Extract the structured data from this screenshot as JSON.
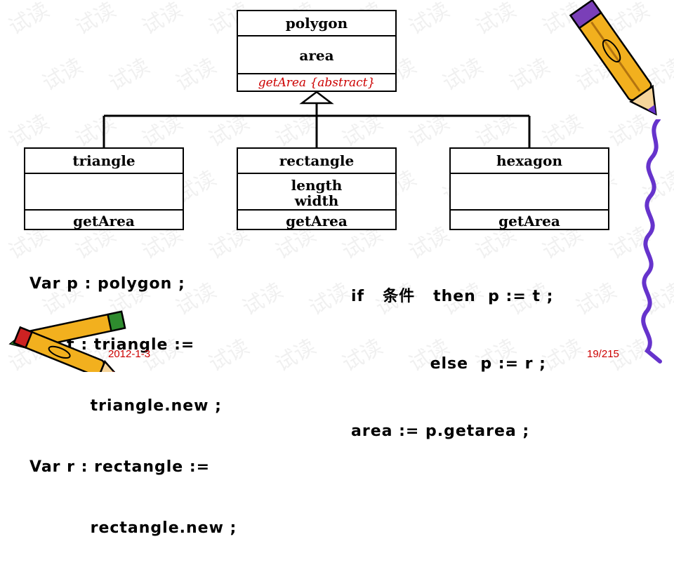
{
  "diagram": {
    "superclass": {
      "name": "polygon",
      "attribute": "area",
      "method": "getArea {abstract}"
    },
    "subclasses": [
      {
        "name": "triangle",
        "attributes": [],
        "method": "getArea"
      },
      {
        "name": "rectangle",
        "attributes": [
          "length",
          "width"
        ],
        "method": "getArea"
      },
      {
        "name": "hexagon",
        "attributes": [],
        "method": "getArea"
      }
    ]
  },
  "code_left": [
    "Var p : polygon ;",
    "Var t : triangle :=",
    "          triangle.new ;",
    "Var r : rectangle :=",
    "          rectangle.new ;"
  ],
  "code_right": [
    "if   条件   then  p := t ;",
    "             else  p := r ;",
    "area := p.getarea ;"
  ],
  "footer": {
    "date": "2012-1-3",
    "page": "19/215"
  },
  "watermark": "试读",
  "colors": {
    "method_abstract": "#cc0000",
    "footer_text": "#cc0000",
    "ribbon": "#6633cc",
    "pencil_body": "#f2b01e"
  },
  "decorations": [
    "pencil-icon-top-right",
    "pencils-icon-bottom-left",
    "purple-ribbon-right-edge"
  ]
}
